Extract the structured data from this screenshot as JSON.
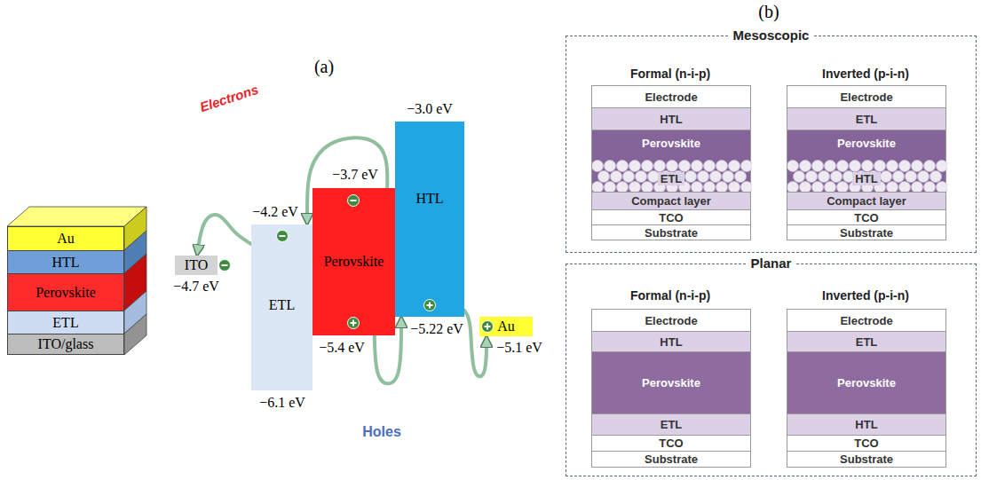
{
  "diagram": {
    "nodes": [
      {
        "text": [
          "Au"
        ]
      },
      {
        "text": [
          "HTL"
        ]
      },
      {
        "text": [
          "Perovskite"
        ]
      },
      {
        "text": [
          "ETL"
        ]
      },
      {
        "text": [
          "ITO/glass"
        ]
      },
      {
        "text": [
          "ITO"
        ]
      },
      {
        "text": [
          "ETL"
        ]
      },
      {
        "text": [
          "Perovskite"
        ]
      },
      {
        "text": [
          "HTL"
        ]
      },
      {
        "text": [
          "Au"
        ]
      },
      {
        "text": [
          "Mesoscopic"
        ]
      },
      {
        "text": [
          "Electrode"
        ],
        "in": 10
      },
      {
        "text": [
          "HTL"
        ],
        "in": 10
      },
      {
        "text": [
          "Perovskite",
          "ETL"
        ],
        "in": 10
      },
      {
        "text": [
          "Compact layer"
        ],
        "in": 10
      },
      {
        "text": [
          "TCO"
        ],
        "in": 10
      },
      {
        "text": [
          "Substrate"
        ],
        "in": 10
      },
      {
        "text": [
          "Electrode"
        ],
        "in": 10
      },
      {
        "text": [
          "ETL"
        ],
        "in": 10
      },
      {
        "text": [
          "Perovskite",
          "HTL"
        ],
        "in": 10
      },
      {
        "text": [
          "Compact layer"
        ],
        "in": 10
      },
      {
        "text": [
          "TCO"
        ],
        "in": 10
      },
      {
        "text": [
          "Substrate"
        ],
        "in": 10
      },
      {
        "text": [
          "Planar"
        ]
      },
      {
        "text": [
          "Electrode"
        ],
        "in": 23
      },
      {
        "text": [
          "HTL"
        ],
        "in": 23
      },
      {
        "text": [
          "Perovskite"
        ],
        "in": 23
      },
      {
        "text": [
          "ETL"
        ],
        "in": 23
      },
      {
        "text": [
          "TCO"
        ],
        "in": 23
      },
      {
        "text": [
          "Substrate"
        ],
        "in": 23
      },
      {
        "text": [
          "Electrode"
        ],
        "in": 23
      },
      {
        "text": [
          "ETL"
        ],
        "in": 23
      },
      {
        "text": [
          "Perovskite"
        ],
        "in": 23
      },
      {
        "text": [
          "HTL"
        ],
        "in": 23
      },
      {
        "text": [
          "TCO"
        ],
        "in": 23
      },
      {
        "text": [
          "Substrate"
        ],
        "in": 23
      }
    ],
    "edges": [
      {
        "from": 7,
        "to": 6,
        "arrow": "to"
      },
      {
        "from": 6,
        "to": 5,
        "arrow": "to"
      },
      {
        "from": 7,
        "to": 8,
        "arrow": "to"
      },
      {
        "from": 8,
        "to": 9,
        "arrow": "to"
      }
    ],
    "labels": [
      "(a)",
      "Electrons",
      "−3.0 eV",
      "−3.7 eV",
      "−4.2 eV",
      "−4.7 eV",
      "−5.22 eV",
      "−5.1 eV",
      "−5.4 eV",
      "−6.1 eV",
      "Holes",
      "(b)",
      "Formal (n-i-p)",
      "Inverted (p-i-n)",
      "Formal (n-i-p)",
      "Inverted (p-i-n)"
    ]
  }
}
